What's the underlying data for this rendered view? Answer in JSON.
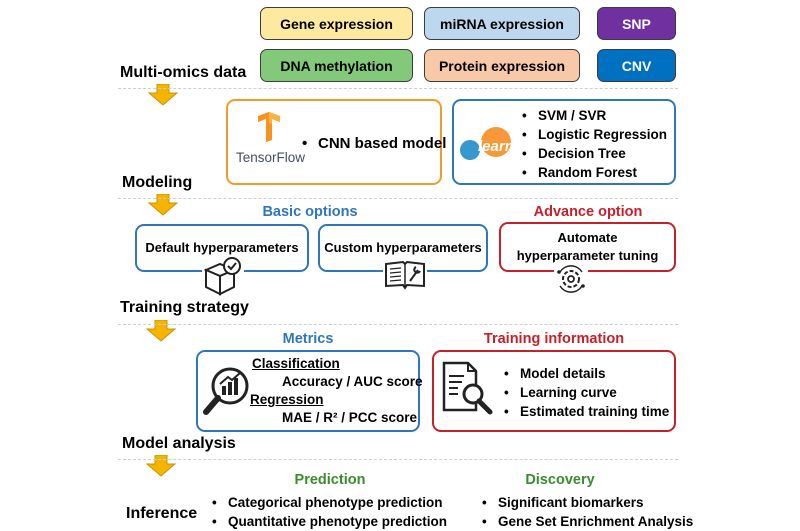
{
  "colors": {
    "gene_expression": "#fde9a0",
    "mirna_expression": "#bdd7ee",
    "snp": "#7030a0",
    "dna_methylation": "#82c97a",
    "protein_expression": "#f8c9a9",
    "cnv": "#0070c0",
    "orange_border": "#f19a30",
    "blue_border": "#2f77bd",
    "red_border": "#c8202a",
    "green_text": "#3a8d2e",
    "arrow": "#f4b400"
  },
  "stages": {
    "multi_omics": "Multi-omics data",
    "modeling": "Modeling",
    "training": "Training strategy",
    "analysis": "Model analysis",
    "inference": "Inference"
  },
  "omics": {
    "gene": "Gene expression",
    "mirna": "miRNA expression",
    "snp": "SNP",
    "dna": "DNA methylation",
    "protein": "Protein expression",
    "cnv": "CNV"
  },
  "modeling": {
    "tf_name": "TensorFlow",
    "cnn": "CNN based model",
    "learn_logo": "learn",
    "sklearn_items": [
      "SVM / SVR",
      "Logistic Regression",
      "Decision Tree",
      "Random Forest"
    ]
  },
  "training": {
    "basic_header": "Basic options",
    "advance_header": "Advance option",
    "default": "Default hyperparameters",
    "custom": "Custom hyperparameters",
    "automate_l1": "Automate",
    "automate_l2": "hyperparameter tuning"
  },
  "analysis": {
    "metrics_header": "Metrics",
    "classification": "Classification",
    "class_metrics": "Accuracy / AUC score",
    "regression": "Regression",
    "reg_metrics": "MAE / R² / PCC score",
    "training_info_header": "Training information",
    "training_info_items": [
      "Model details",
      "Learning curve",
      "Estimated training time"
    ]
  },
  "inference": {
    "prediction_header": "Prediction",
    "prediction_items": [
      "Categorical phenotype prediction",
      "Quantitative phenotype prediction"
    ],
    "discovery_header": "Discovery",
    "discovery_items": [
      "Significant biomarkers",
      "Gene Set Enrichment Analysis"
    ]
  }
}
